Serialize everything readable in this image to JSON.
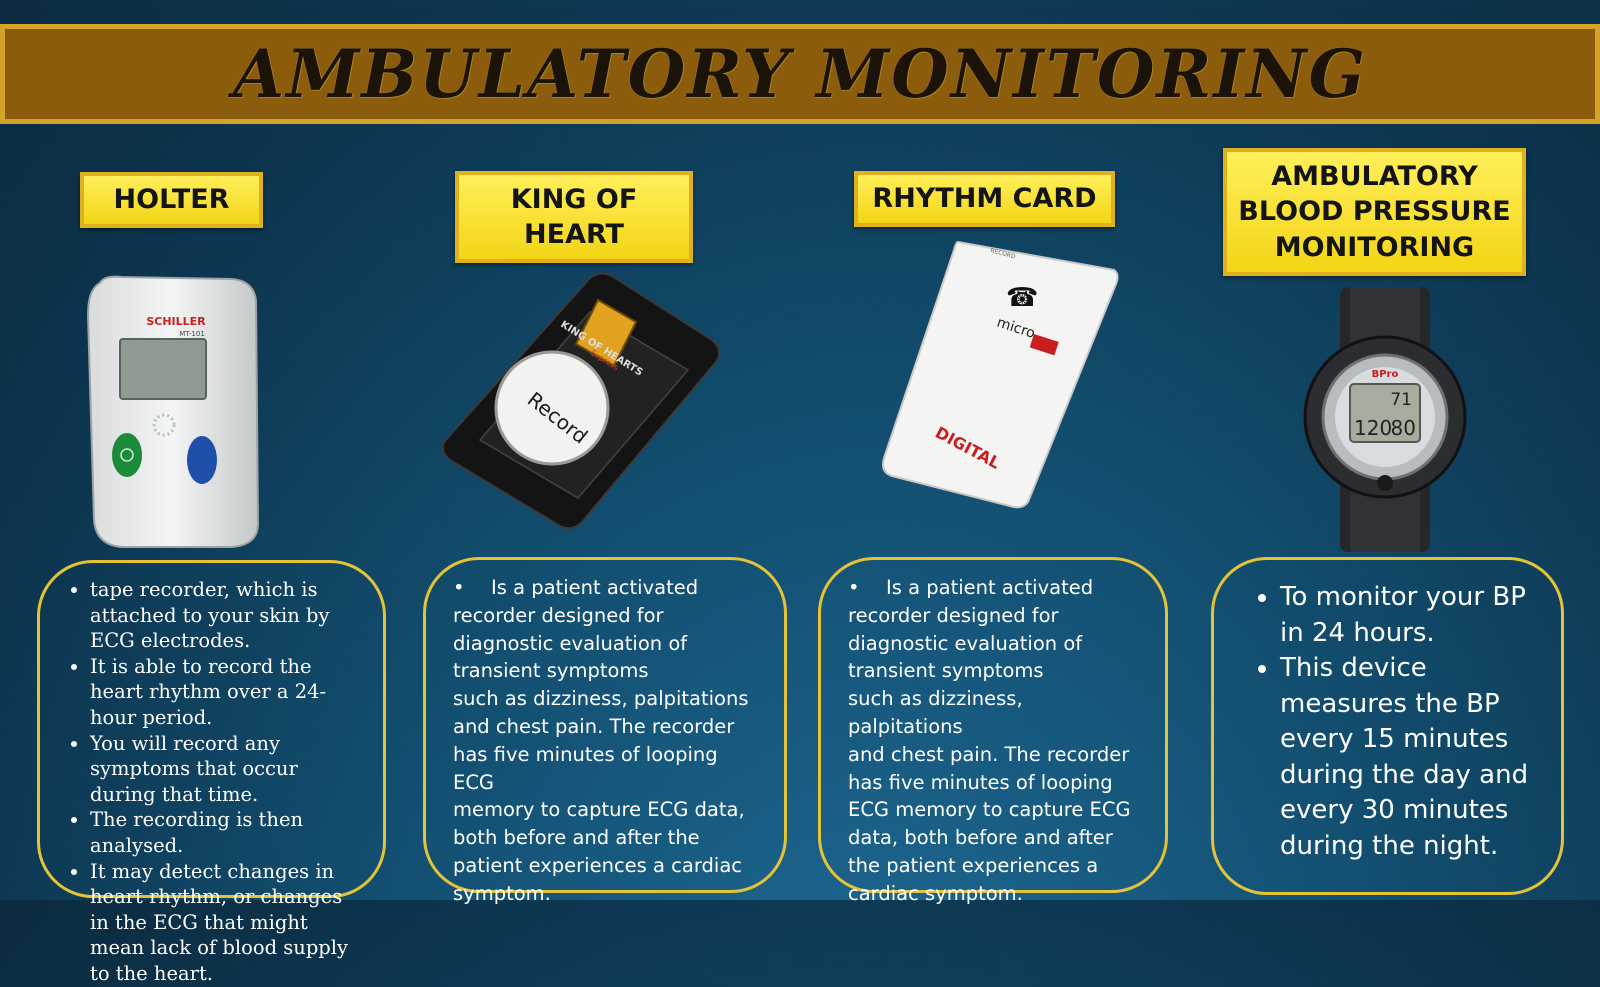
{
  "page": {
    "title": "AMBULATORY MONITORING"
  },
  "colors": {
    "background": "#135072",
    "title_band": "#8a5c0b",
    "title_border": "#d4a42a",
    "label_fill": "#f6dc22",
    "box_border": "#e4c337"
  },
  "devices": [
    {
      "label": "HOLTER",
      "icon": "holter-monitor-image",
      "device_text": {
        "brand": "SCHILLER",
        "model": "MT-101"
      },
      "bullets": [
        "tape recorder, which is attached to your skin by ECG electrodes.",
        "It is able to record the heart rhythm over a 24-hour period.",
        "You will record any symptoms that occur during that time.",
        "The recording is then analysed.",
        "It may detect changes in heart rhythm, or changes in the ECG that might mean lack of blood supply to the heart."
      ]
    },
    {
      "label_line1": "KING OF",
      "label_line2": "HEART",
      "icon": "king-of-hearts-recorder-image",
      "device_text": {
        "brand": "KING OF HEARTS",
        "sub": "Express",
        "button": "Record"
      },
      "bullet_lead": "Is a patient activated",
      "body_lines": [
        "recorder designed for",
        "diagnostic evaluation of",
        "transient symptoms",
        "such as dizziness, palpitations",
        "and chest pain. The recorder",
        "has five minutes of looping ECG",
        "memory to capture ECG data,",
        "both before and after the",
        "patient experiences a cardiac",
        "symptom."
      ]
    },
    {
      "label": "RHYTHM CARD",
      "icon": "rhythm-card-image",
      "device_text": {
        "record": "RECORD",
        "brand": "micro",
        "maker": "DIGITAL"
      },
      "bullet_lead": "Is a patient activated",
      "body_lines": [
        "recorder designed for",
        "diagnostic evaluation of",
        "transient symptoms",
        "such as dizziness, palpitations",
        "and chest pain. The recorder",
        "has five minutes of looping",
        "ECG memory to capture ECG",
        "data, both before and after",
        "the patient experiences a",
        "cardiac symptom."
      ]
    },
    {
      "label_line1": "AMBULATORY",
      "label_line2": "BLOOD PRESSURE",
      "label_line3": "MONITORING",
      "icon": "bp-watch-image",
      "device_text": {
        "brand": "BPro",
        "reading_top": "71",
        "reading_left": "120",
        "reading_right": "80"
      },
      "bullets": [
        "To monitor your BP in 24 hours.",
        "This device measures the BP every 15 minutes during the day and every 30 minutes during the night."
      ]
    }
  ]
}
